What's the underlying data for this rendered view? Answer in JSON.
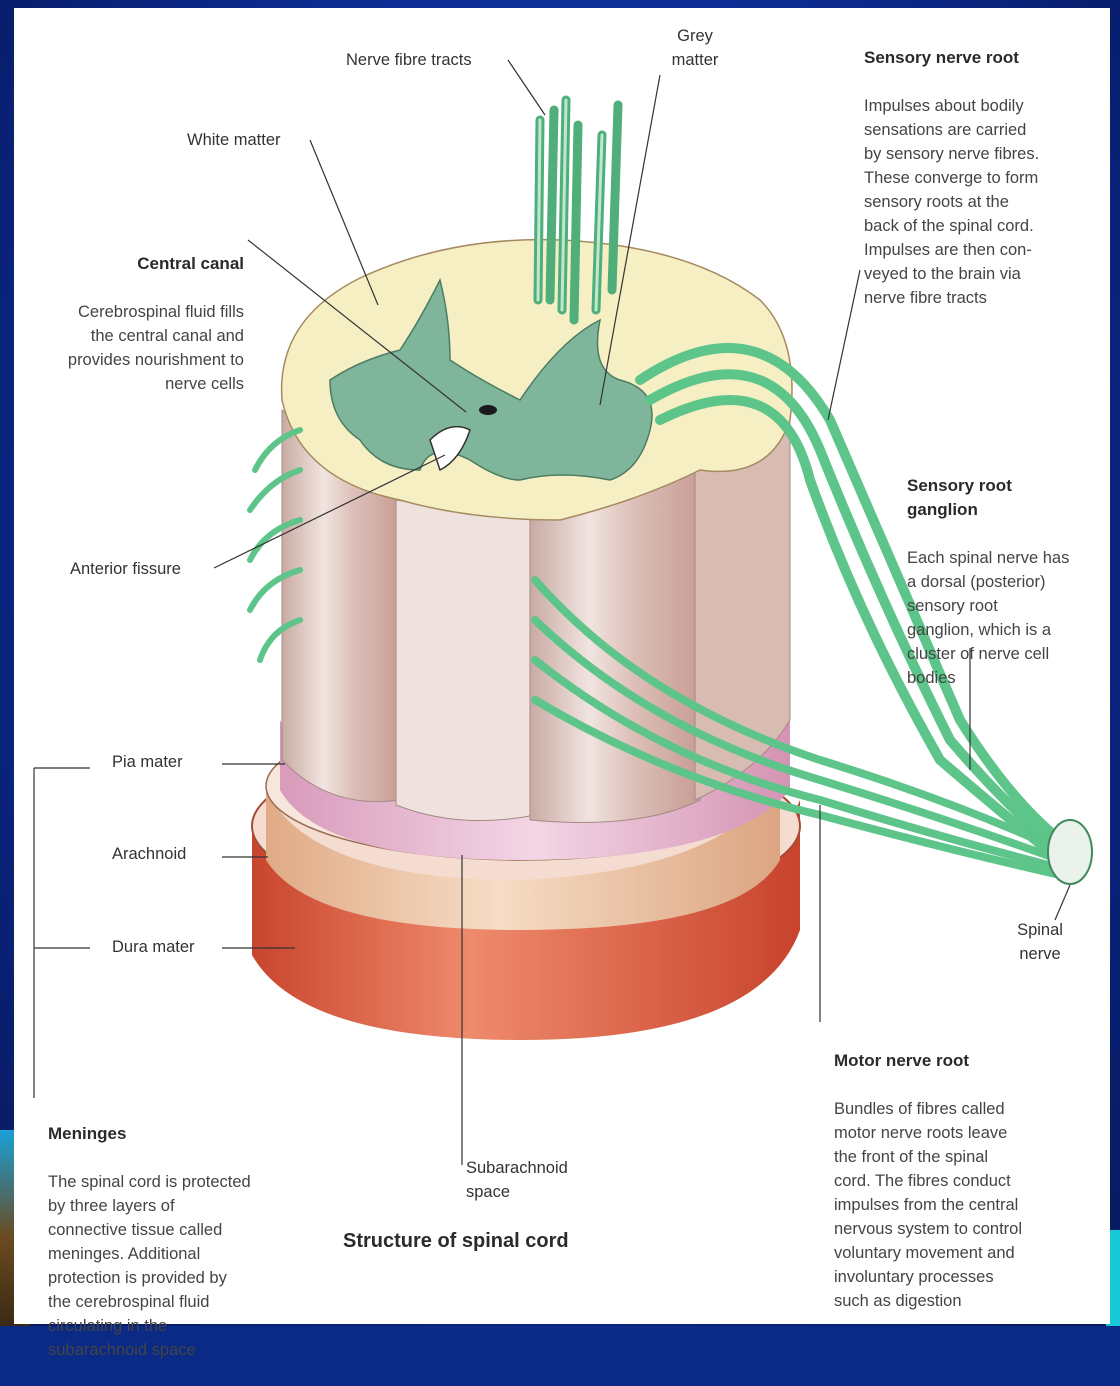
{
  "labels": {
    "nerve_fibre_tracts": "Nerve fibre tracts",
    "grey_matter": "Grey\nmatter",
    "white_matter": "White matter",
    "central_canal_title": "Central canal",
    "central_canal_body": "Cerebrospinal fluid fills\nthe central canal and\nprovides nourishment to\nnerve cells",
    "sensory_root_title": "Sensory nerve root",
    "sensory_root_body": "Impulses about bodily\nsensations are carried\nby sensory nerve fibres.\nThese converge to form\nsensory roots at the\nback of the spinal cord.\nImpulses are then con-\nveyed to the brain via\nnerve fibre tracts",
    "ganglion_title": "Sensory root\nganglion",
    "ganglion_body": "Each spinal nerve has\na dorsal (posterior)\nsensory root\nganglion, which is a\ncluster of nerve cell\nbodies",
    "anterior_fissure": "Anterior fissure",
    "pia_mater": "Pia mater",
    "arachnoid": "Arachnoid",
    "dura_mater": "Dura mater",
    "spinal_nerve": "Spinal\nnerve",
    "motor_root_title": "Motor nerve root",
    "motor_root_body": "Bundles of fibres called\nmotor nerve roots leave\nthe front of the spinal\ncord. The fibres conduct\nimpulses from the central\nnervous system to control\nvoluntary movement and\ninvoluntary processes\nsuch as digestion",
    "meninges_title": "Meninges",
    "meninges_body": "The spinal cord is protected\nby three layers of\nconnective tissue called\nmeninges. Additional\nprotection is provided by\nthe cerebrospinal fluid\ncirculating in the\nsubarachnoid space",
    "subarachnoid": "Subarachnoid\nspace",
    "caption": "Structure of spinal cord"
  },
  "colors": {
    "frame": "#0c2a90",
    "grey_matter": "#7fb59a",
    "white_matter": "#f6efc4",
    "nerve_green": "#5dc48a",
    "cord_side": "#e6d3cf",
    "pia": "#e8b8d2",
    "arachnoid": "#efc9a9",
    "dura": "#e06a4e"
  }
}
